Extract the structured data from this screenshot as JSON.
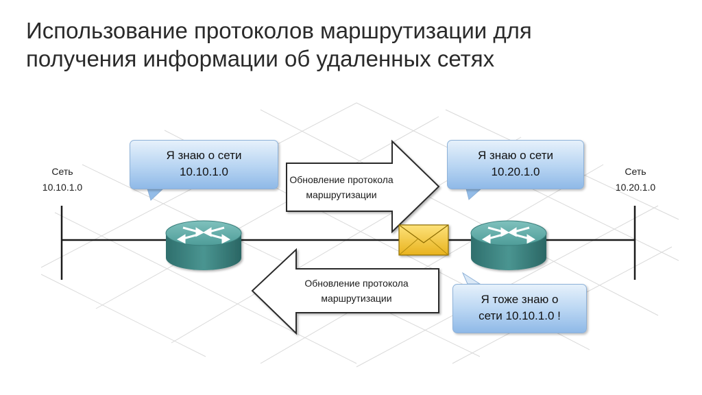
{
  "title": {
    "line1": "Использование протоколов маршрутизации для",
    "line2": "получения информации об удаленных сетях"
  },
  "networks": {
    "left": {
      "label": "Сеть",
      "address": "10.10.1.0"
    },
    "right": {
      "label": "Сеть",
      "address": "10.20.1.0"
    }
  },
  "bubbles": {
    "left": {
      "line1": "Я знаю о сети",
      "line2": "10.10.1.0"
    },
    "right_top": {
      "line1": "Я знаю о сети",
      "line2": "10.20.1.0"
    },
    "right_bottom": {
      "line1": "Я тоже знаю о",
      "line2": "сети 10.10.1.0 !"
    }
  },
  "arrows": {
    "to_right": {
      "line1": "Обновление протокола",
      "line2": "маршрутизации"
    },
    "to_left": {
      "line1": "Обновление протокола",
      "line2": "маршрутизации"
    }
  },
  "colors": {
    "bubble_fill": "#b7d4f2",
    "router": "#3f8f8c",
    "envelope": "#f2c230",
    "grid": "#d8d8d8"
  },
  "icons": [
    "router-icon",
    "router-icon",
    "envelope-icon"
  ]
}
